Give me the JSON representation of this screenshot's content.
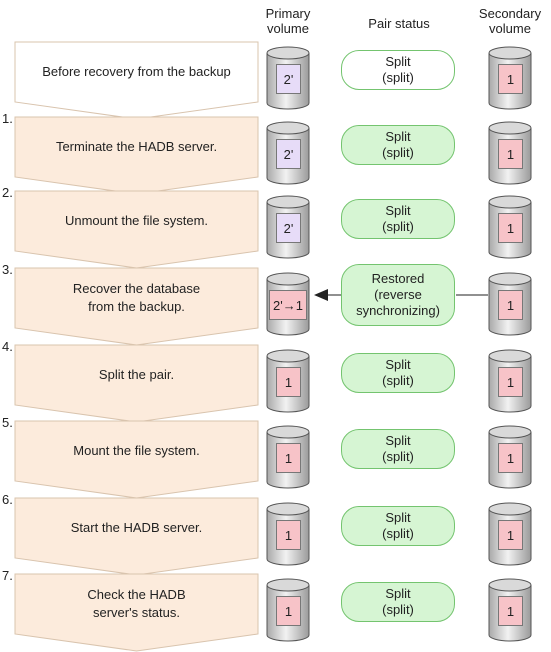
{
  "headers": {
    "primary": "Primary volume",
    "pair_status": "Pair status",
    "secondary": "Secondary volume"
  },
  "colors": {
    "step_fill": "#fcebdc",
    "step_border": "#d9c4ae",
    "status_fill": "#d6f5d3",
    "status_border": "#74c46f",
    "volume_pink": "#f7c3c8",
    "volume_lavender": "#e7dcf8"
  },
  "rows": [
    {
      "number": "",
      "text": "Before recovery from the backup",
      "status": "Split\n(split)",
      "primary": "2'",
      "secondary": "1"
    },
    {
      "number": "1.",
      "text": "Terminate the HADB server.",
      "status": "Split\n(split)",
      "primary": "2'",
      "secondary": "1"
    },
    {
      "number": "2.",
      "text": "Unmount the file system.",
      "status": "Split\n(split)",
      "primary": "2'",
      "secondary": "1"
    },
    {
      "number": "3.",
      "text": "Recover the database\nfrom the backup.",
      "status": "Restored\n(reverse\nsynchronizing)",
      "primary": "2'→1",
      "secondary": "1"
    },
    {
      "number": "4.",
      "text": "Split the pair.",
      "status": "Split\n(split)",
      "primary": "1",
      "secondary": "1"
    },
    {
      "number": "5.",
      "text": "Mount the file system.",
      "status": "Split\n(split)",
      "primary": "1",
      "secondary": "1"
    },
    {
      "number": "6.",
      "text": "Start the HADB server.",
      "status": "Split\n(split)",
      "primary": "1",
      "secondary": "1"
    },
    {
      "number": "7.",
      "text": "Check the HADB\nserver's status.",
      "status": "Split\n(split)",
      "primary": "1",
      "secondary": "1"
    }
  ]
}
